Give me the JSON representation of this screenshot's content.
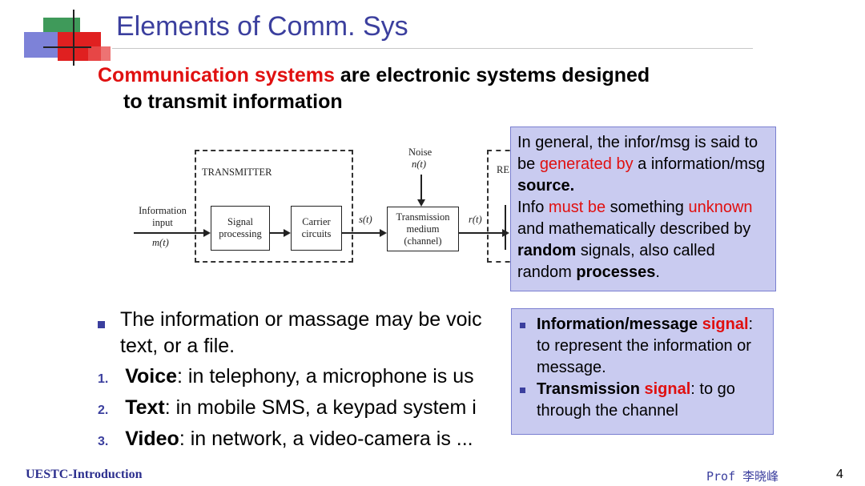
{
  "slide": {
    "title": "Elements of Comm. Sys",
    "heading_red": "Communication systems",
    "heading_rest": " are electronic systems designed",
    "heading_line2": "to transmit information"
  },
  "diagram": {
    "transmitter_label": "TRANSMITTER",
    "info_input_line1": "Information",
    "info_input_line2": "input",
    "info_symbol": "m(t)",
    "signal_processing_line1": "Signal",
    "signal_processing_line2": "processing",
    "carrier_line1": "Carrier",
    "carrier_line2": "circuits",
    "s_label": "s(t)",
    "noise_label": "Noise",
    "noise_symbol": "n(t)",
    "medium_line1": "Transmission",
    "medium_line2": "medium",
    "medium_line3": "(channel)",
    "r_label": "r(t)",
    "receiver_partial": "RE"
  },
  "callout1": {
    "p1_a": "In general, the infor/msg is said to be ",
    "p1_red": "generated by",
    "p1_b": " a information/msg ",
    "p1_bold": "source.",
    "p2_a": "Info ",
    "p2_red1": "must be",
    "p2_b": " something ",
    "p2_red2": "unknown",
    "p2_c": " and mathematically described by ",
    "p2_bold1": "random",
    "p2_d": " signals, also called random ",
    "p2_bold2": "processes",
    "p2_e": "."
  },
  "callout2": {
    "item1_bold": "Information/message ",
    "item1_red": "signal",
    "item1_rest": ": to represent the information or message.",
    "item2_bold": "Transmission ",
    "item2_red": "signal",
    "item2_rest": ": to go through the channel"
  },
  "bullets": {
    "main_line1": "The information or massage may be voic",
    "main_line2": "text, or a file.",
    "items": [
      {
        "num": "1.",
        "bold": "Voice",
        "rest": ": in telephony, a microphone is us"
      },
      {
        "num": "2.",
        "bold": "Text",
        "rest": ": in mobile SMS, a keypad system i"
      },
      {
        "num": "3.",
        "bold": "Video",
        "rest": ": in network, a video-camera is ..."
      }
    ]
  },
  "footer": {
    "left": "UESTC-Introduction",
    "right": "Prof 李晓峰",
    "page": "4"
  },
  "colors": {
    "title": "#3b3f9e",
    "accent_red": "#e01010",
    "callout_bg": "#c9cbf0"
  }
}
